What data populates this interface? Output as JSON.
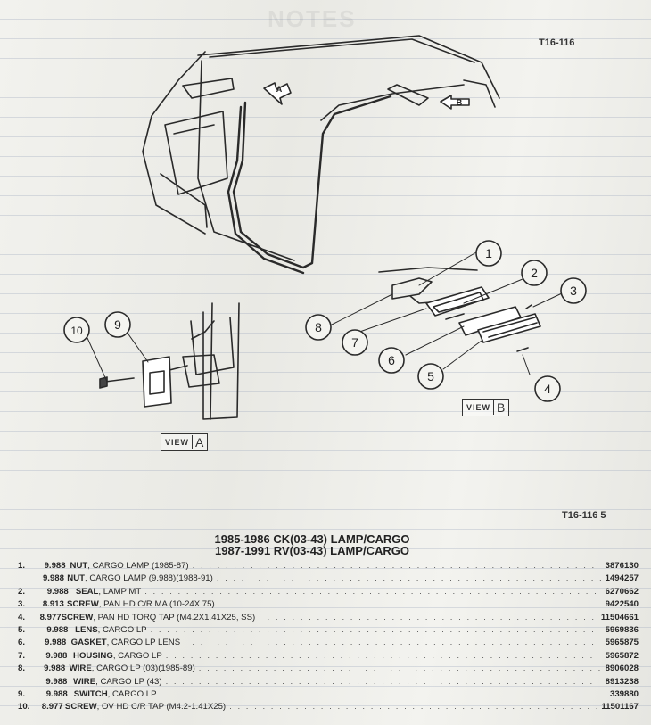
{
  "watermark": "NOTES",
  "figure_id_top": "T16-116",
  "figure_id_bottom": "T16-116 5",
  "view_labels": {
    "view_word": "VIEW",
    "a": "A",
    "b": "B"
  },
  "callouts": [
    "1",
    "2",
    "3",
    "4",
    "5",
    "6",
    "7",
    "8",
    "9",
    "10"
  ],
  "titles": [
    "1985-1986 CK(03-43) LAMP/CARGO",
    "1987-1991 RV(03-43) LAMP/CARGO"
  ],
  "parts": [
    {
      "num": "1.",
      "group": "9.988",
      "name": "NUT",
      "desc": ", CARGO LAMP (1985-87)",
      "pn": "3876130"
    },
    {
      "num": "",
      "group": "9.988",
      "name": "NUT",
      "desc": ", CARGO LAMP (9.988)(1988-91)",
      "pn": "1494257"
    },
    {
      "num": "2.",
      "group": "9.988",
      "name": "SEAL",
      "desc": ", LAMP MT",
      "pn": "6270662"
    },
    {
      "num": "3.",
      "group": "8.913",
      "name": "SCREW",
      "desc": ", PAN HD C/R MA (10-24X.75)",
      "pn": "9422540"
    },
    {
      "num": "4.",
      "group": "8.977",
      "name": "SCREW",
      "desc": ", PAN HD TORQ TAP (M4.2X1.41X25, SS)",
      "pn": "11504661"
    },
    {
      "num": "5.",
      "group": "9.988",
      "name": "LENS",
      "desc": ", CARGO LP",
      "pn": "5969836"
    },
    {
      "num": "6.",
      "group": "9.988",
      "name": "GASKET",
      "desc": ", CARGO LP LENS",
      "pn": "5965875"
    },
    {
      "num": "7.",
      "group": "9.988",
      "name": "HOUSING",
      "desc": ", CARGO LP",
      "pn": "5965872"
    },
    {
      "num": "8.",
      "group": "9.988",
      "name": "WIRE",
      "desc": ", CARGO LP (03)(1985-89)",
      "pn": "8906028"
    },
    {
      "num": "",
      "group": "9.988",
      "name": "WIRE",
      "desc": ", CARGO LP (43)",
      "pn": "8913238"
    },
    {
      "num": "9.",
      "group": "9.988",
      "name": "SWITCH",
      "desc": ", CARGO LP",
      "pn": "339880"
    },
    {
      "num": "10.",
      "group": "8.977",
      "name": "SCREW",
      "desc": ", OV HD C/R TAP (M4.2-1.41X25)",
      "pn": "11501167"
    }
  ]
}
